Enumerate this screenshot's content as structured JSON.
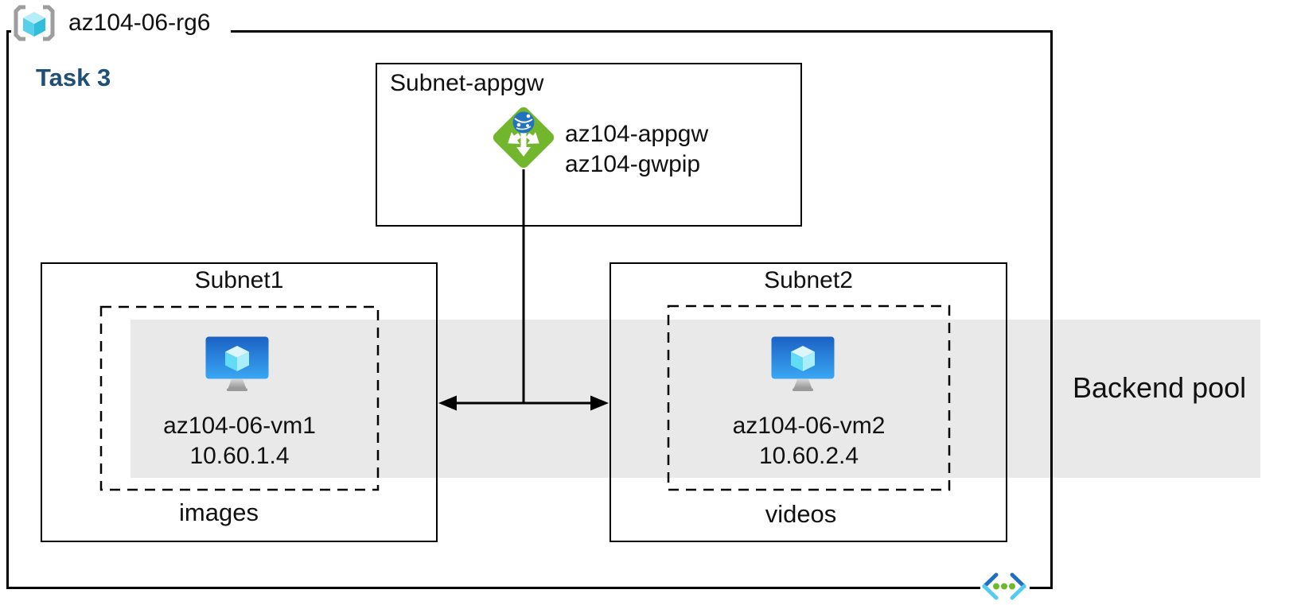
{
  "resource_group": {
    "name": "az104-06-rg6"
  },
  "task_label": "Task 3",
  "appgw_subnet": {
    "label": "Subnet-appgw",
    "appgw_name": "az104-appgw",
    "public_ip_name": "az104-gwpip"
  },
  "subnet1": {
    "label": "Subnet1",
    "vm_name": "az104-06-vm1",
    "vm_ip": "10.60.1.4",
    "caption": "images"
  },
  "subnet2": {
    "label": "Subnet2",
    "vm_name": "az104-06-vm2",
    "vm_ip": "10.60.2.4",
    "caption": "videos"
  },
  "backend_pool": {
    "label": "Backend pool"
  },
  "icons": {
    "resource_group": "resource-group-icon",
    "application_gateway": "application-gateway-icon",
    "virtual_machine": "virtual-machine-icon",
    "virtual_network": "virtual-network-icon"
  },
  "colors": {
    "task_label": "#1f4e79",
    "backend_pool_band": "#e9e9e9",
    "appgw_green": "#71b62c",
    "vm_screen_top": "#1b61c4",
    "vm_screen_bottom": "#3aa7f3",
    "cube_cyan": "#58d0ec",
    "vnet_blue": "#1e6fc0",
    "vnet_cyan": "#54ccf2",
    "vnet_dot_green": "#6fba2c",
    "rg_bracket_gray": "#9d9d9d",
    "line_black": "#000000"
  }
}
